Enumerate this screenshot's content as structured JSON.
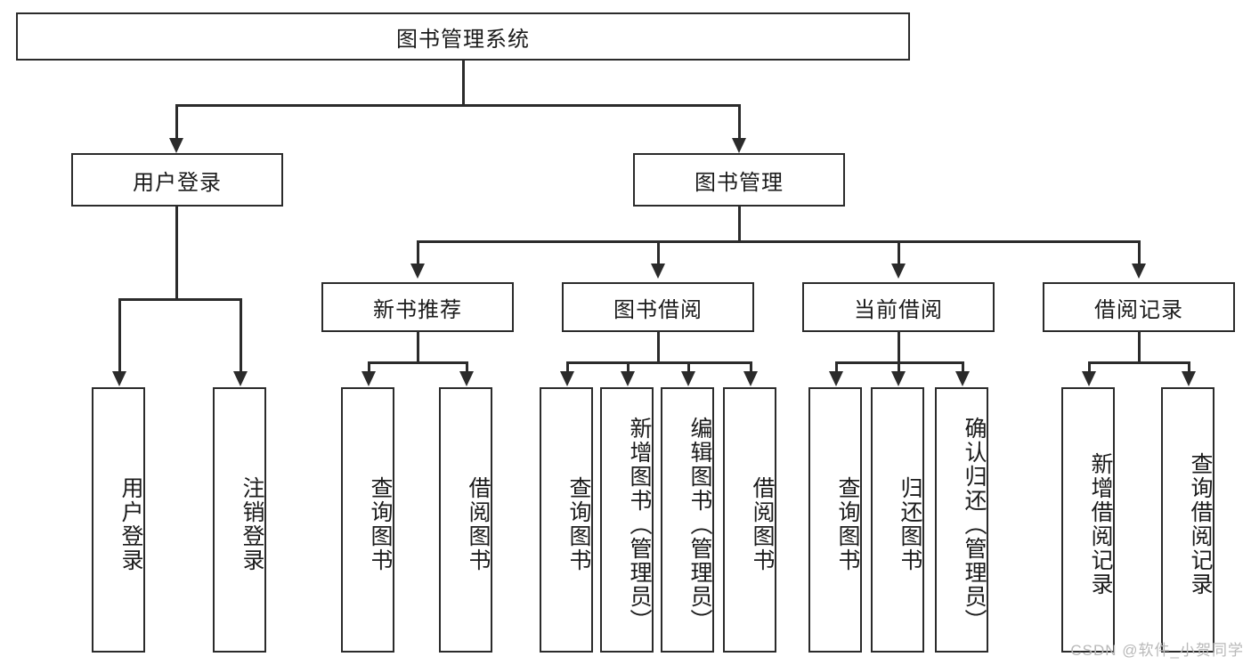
{
  "diagram": {
    "title": "图书管理系统",
    "root": {
      "label": "图书管理系统"
    },
    "level1": [
      {
        "label": "用户登录"
      },
      {
        "label": "图书管理"
      }
    ],
    "level2": [
      {
        "label": "新书推荐"
      },
      {
        "label": "图书借阅"
      },
      {
        "label": "当前借阅"
      },
      {
        "label": "借阅记录"
      }
    ],
    "leaves": {
      "user_login": [
        {
          "label": "用户登录"
        },
        {
          "label": "注销登录"
        }
      ],
      "new_book_recommend": [
        {
          "label": "查询图书"
        },
        {
          "label": "借阅图书"
        }
      ],
      "book_borrow": [
        {
          "label": "查询图书"
        },
        {
          "label": "新增图书（管理员）"
        },
        {
          "label": "编辑图书（管理员）"
        },
        {
          "label": "借阅图书"
        }
      ],
      "current_borrow": [
        {
          "label": "查询图书"
        },
        {
          "label": "归还图书"
        },
        {
          "label": "确认归还（管理员）"
        }
      ],
      "borrow_record": [
        {
          "label": "新增借阅记录"
        },
        {
          "label": "查询借阅记录"
        }
      ]
    }
  },
  "watermark": {
    "text": "CSDN @软件_小贺同学"
  },
  "colors": {
    "stroke": "#2b2b2b",
    "background": "#ffffff",
    "text": "#1b1b1b",
    "watermark": "#b9b9b9"
  }
}
